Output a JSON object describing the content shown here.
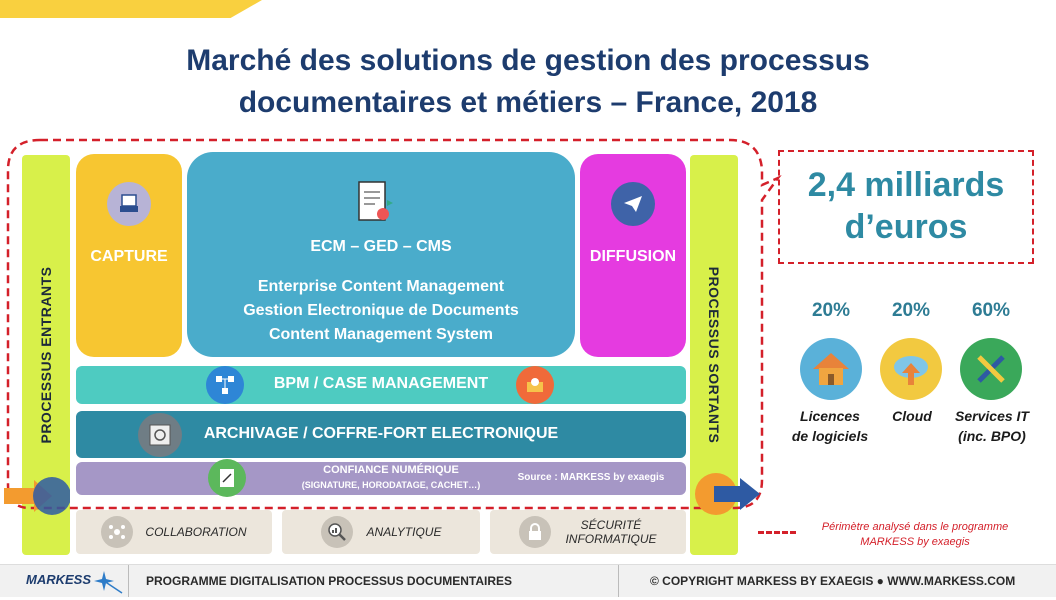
{
  "title": {
    "line1": "Marché des solutions de gestion des processus",
    "line2": "documentaires et métiers – France, 2018"
  },
  "left_bar": {
    "label": "PROCESSUS ENTRANTS"
  },
  "right_bar": {
    "label": "PROCESSUS SORTANTS"
  },
  "capture": {
    "label": "CAPTURE"
  },
  "diffusion": {
    "label": "DIFFUSION"
  },
  "ecm": {
    "heading": "ECM – GED – CMS",
    "lines": [
      "Enterprise Content Management",
      "Gestion Electronique de Documents",
      "Content Management System"
    ]
  },
  "bpm": {
    "label": "BPM / CASE MANAGEMENT"
  },
  "archivage": {
    "label": "ARCHIVAGE / COFFRE-FORT ELECTRONIQUE"
  },
  "confiance": {
    "label": "CONFIANCE NUMÉRIQUE",
    "sublabel": "(SIGNATURE, HORODATAGE, CACHET…)",
    "source": "Source : MARKESS by exaegis"
  },
  "bottom": {
    "collaboration": "COLLABORATION",
    "analytique": "ANALYTIQUE",
    "securite_line1": "SÉCURITÉ",
    "securite_line2": "INFORMATIQUE"
  },
  "market": {
    "value_line1": "2,4 milliards",
    "value_line2": "d’euros"
  },
  "segments": [
    {
      "pct": "20%",
      "label_line1": "Licences",
      "label_line2": "de logiciels",
      "color": "#f0a540"
    },
    {
      "pct": "20%",
      "label_line1": "Cloud",
      "label_line2": "",
      "color": "#f2c940"
    },
    {
      "pct": "60%",
      "label_line1": "Services IT",
      "label_line2": "(inc. BPO)",
      "color": "#3aa85a"
    }
  ],
  "legend": {
    "line1": "Périmètre analysé dans le programme",
    "line2": "MARKESS by exaegis"
  },
  "footer": {
    "logo": "MARKESS",
    "program": "PROGRAMME DIGITALISATION PROCESSUS DOCUMENTAIRES",
    "copyright": "© COPYRIGHT MARKESS BY EXAEGIS ● WWW.MARKESS.COM"
  },
  "colors": {
    "title": "#1d3c6e",
    "accent_red": "#d4202a",
    "value_teal": "#2e8aa3"
  }
}
